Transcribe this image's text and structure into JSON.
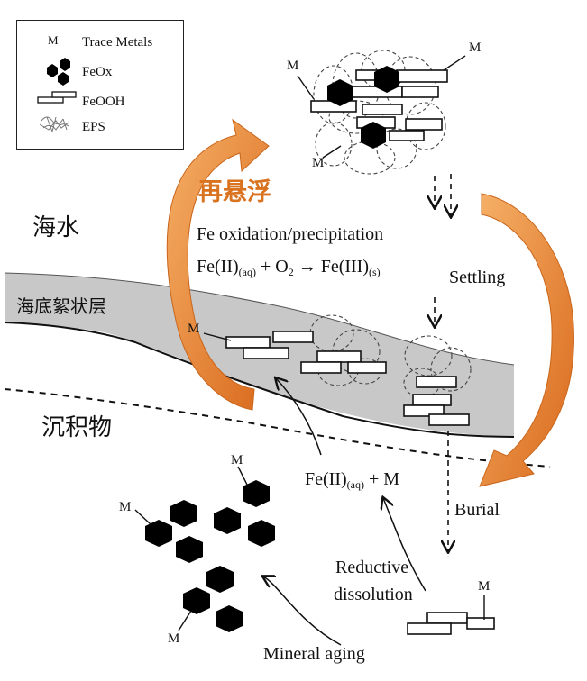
{
  "legend": {
    "metal_symbol": "M",
    "items": [
      {
        "name": "Trace Metals"
      },
      {
        "name": "FeOx"
      },
      {
        "name": "FeOOH"
      },
      {
        "name": "EPS"
      }
    ]
  },
  "zones": {
    "seawater": "海水",
    "floc_layer": "海底絮状层",
    "sediment": "沉积物"
  },
  "resuspension": "再悬浮",
  "process": {
    "oxidation_title": "Fe oxidation/precipitation",
    "settling": "Settling",
    "burial": "Burial",
    "reductive": "Reductive",
    "dissolution": "dissolution",
    "mineral_aging": "Mineral aging"
  },
  "equation_main": {
    "fe2": "Fe(II)",
    "fe2_sub": "(aq)",
    "plus_o2": " + O",
    "o2_sub": "2",
    "arrow": " → ",
    "fe3": "Fe(III)",
    "fe3_sub": "(s)"
  },
  "equation_sed": {
    "fe2": "Fe(II)",
    "fe2_sub": "(aq)",
    "rest": " + M"
  },
  "metal_label": "M",
  "colors": {
    "orange": "#e0782a",
    "orange_light": "#f3a85a",
    "floc_gray": "#c8c8c8",
    "black": "#000000"
  }
}
